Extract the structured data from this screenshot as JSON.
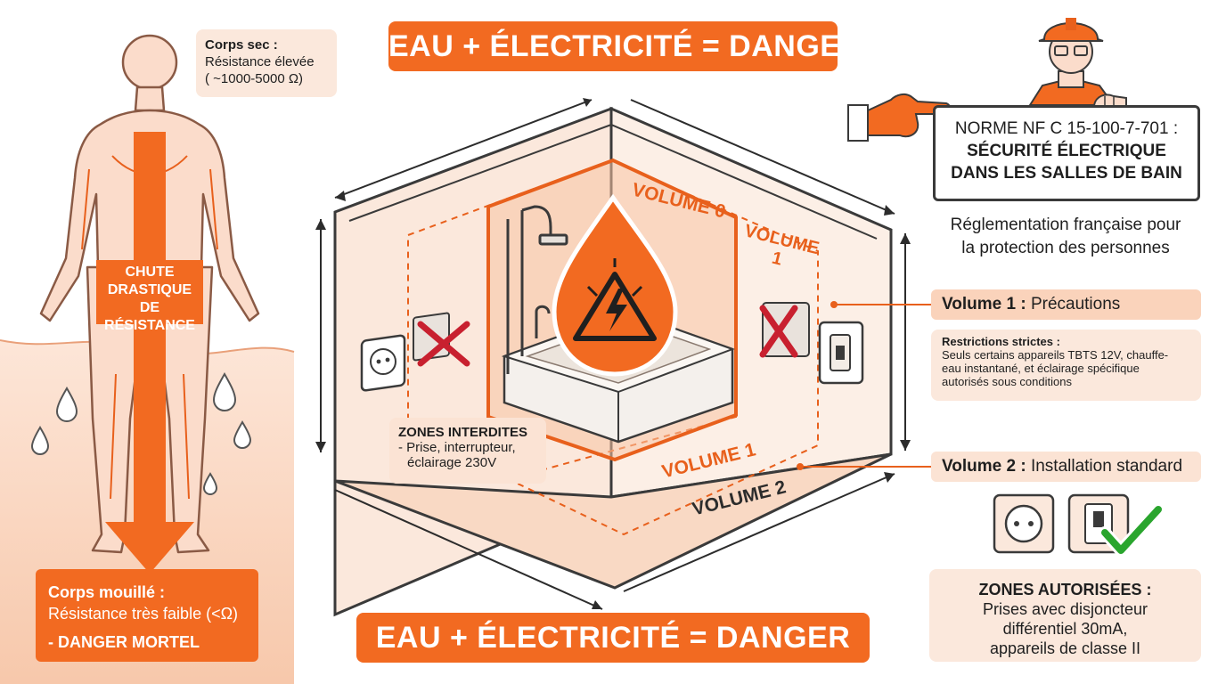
{
  "header": {
    "banner_top": "EAU + ÉLECTRICITÉ = DANGER",
    "banner_bottom": "EAU + ÉLECTRICITÉ = DANGER"
  },
  "body_panel": {
    "dry": {
      "title": "Corps sec :",
      "line1": "Résistance élevée",
      "line2": "( ~1000-5000 Ω)"
    },
    "drop": {
      "line1": "CHUTE",
      "line2": "DRASTIQUE",
      "line3": "DE RÉSISTANCE"
    },
    "wet": {
      "title": "Corps mouillé :",
      "line1": "Résistance très faible (<Ω)",
      "danger": "- DANGER MORTEL"
    }
  },
  "room": {
    "volume0": "VOLUME 0",
    "volume1_wall_l1": "VOLUME",
    "volume1_wall_l2": "1",
    "volume1_floor": "VOLUME 1",
    "volume2": "VOLUME 2",
    "forbidden": {
      "title": "ZONES INTERDITES",
      "line1": "- Prise, interrupteur,",
      "line2": "éclairage 230V"
    }
  },
  "norm": {
    "line1": "NORME NF C 15-100-7-701 :",
    "line2": "SÉCURITÉ ÉLECTRIQUE",
    "line3": "DANS LES SALLES DE BAIN",
    "subtitle_l1": "Réglementation française pour",
    "subtitle_l2": "la protection des personnes"
  },
  "volumes": {
    "v1": {
      "name": "Volume 1 :",
      "desc": "Précautions"
    },
    "restrictions": {
      "title": "Restrictions strictes :",
      "l1": "Seuls certains appareils TBTS 12V, chauffe-",
      "l2": "eau instantané, et éclairage spécifique",
      "l3": "autorisés sous conditions"
    },
    "v2": {
      "name": "Volume 2 :",
      "desc": "Installation standard"
    },
    "authorized": {
      "title": "ZONES AUTORISÉES :",
      "l1": "Prises avec disjoncteur",
      "l2": "différentiel 30mA,",
      "l3": "appareils de classe II"
    }
  },
  "colors": {
    "accent": "#f26a21",
    "soft": "#fbe8dc",
    "danger_red": "#c8202f",
    "ok_green": "#2aa52e",
    "outline": "#3a3a3a"
  },
  "icons": [
    "human-body-icon",
    "water-drop-icon",
    "electric-hazard-icon",
    "bathtub-icon",
    "shower-icon",
    "socket-icon",
    "switch-icon",
    "forbidden-cross-icon",
    "checkmark-icon",
    "worker-icon",
    "pointing-hand-icon"
  ]
}
